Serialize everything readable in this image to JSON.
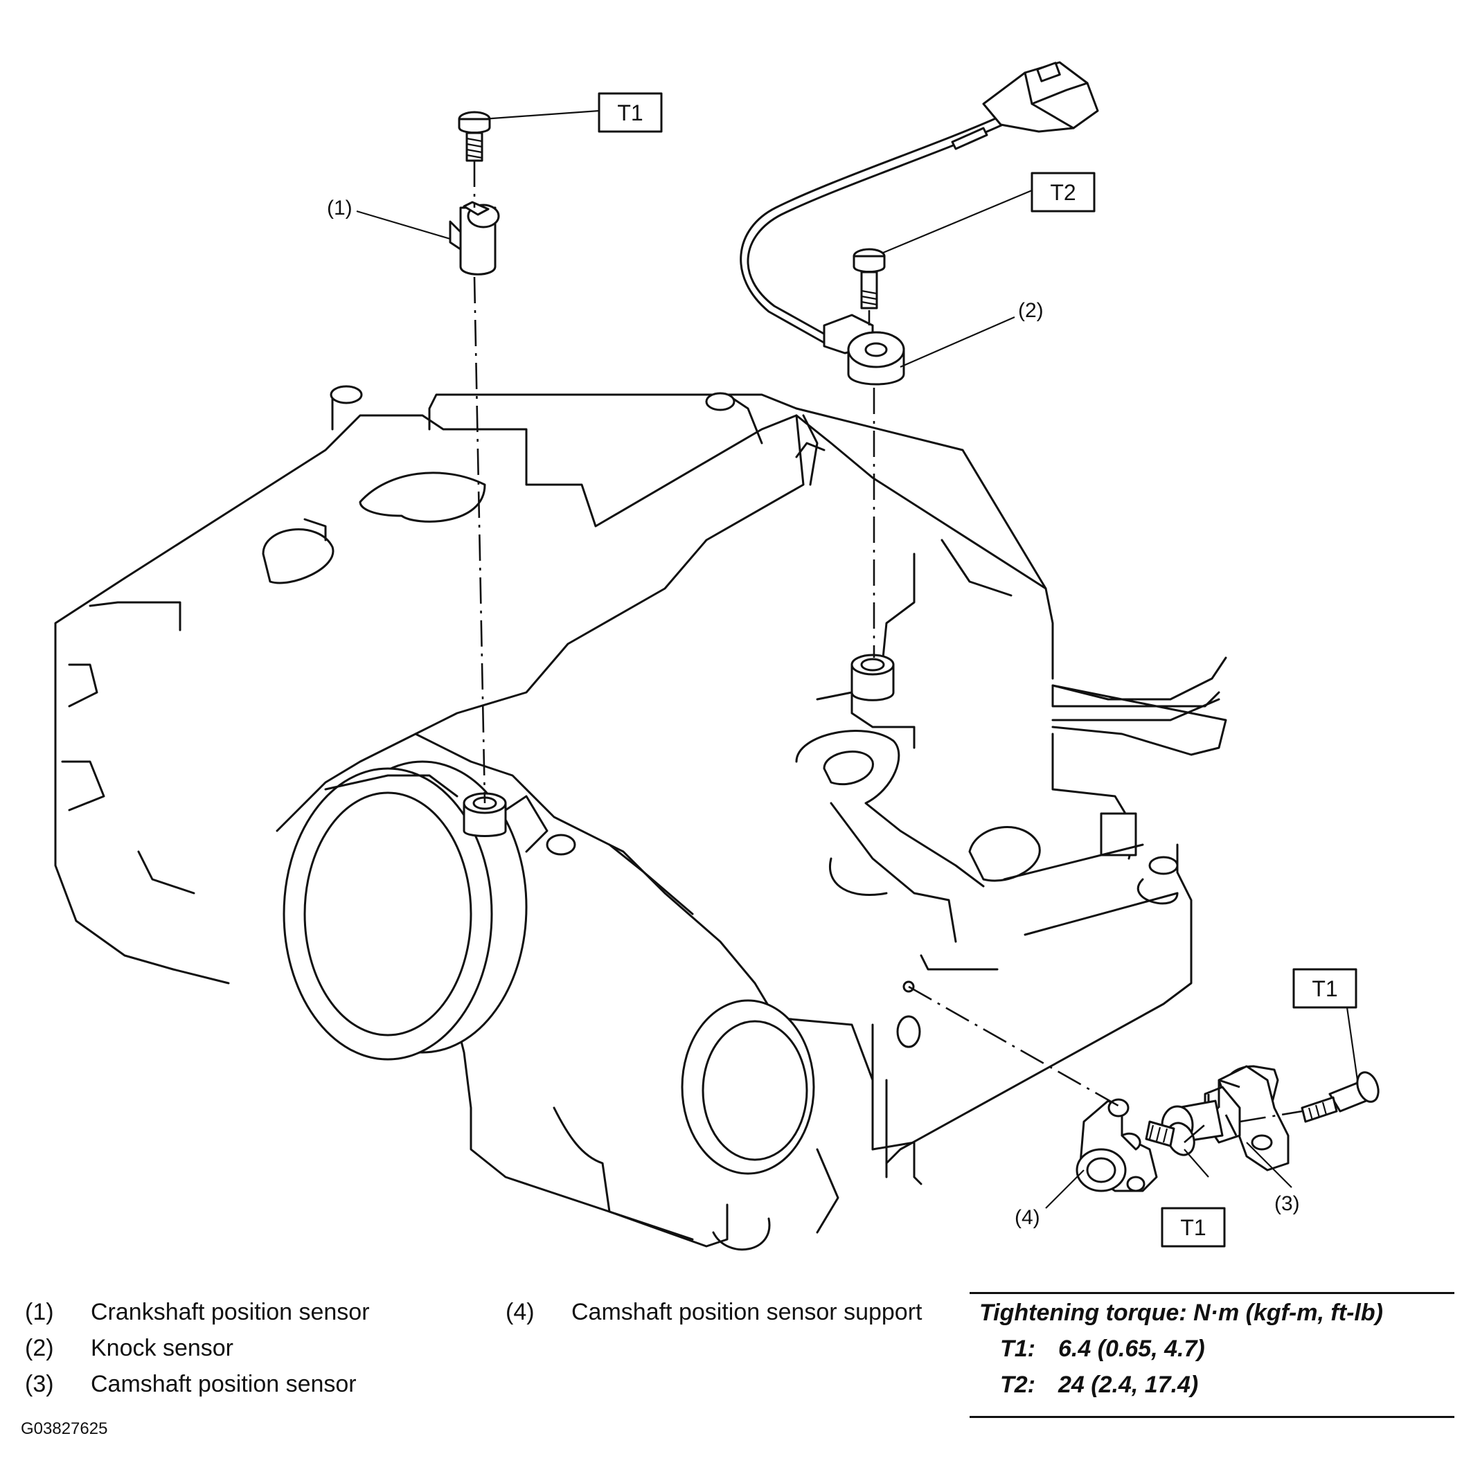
{
  "diagram": {
    "callouts": [
      "(1)",
      "(2)",
      "(3)",
      "(4)"
    ],
    "torque_tags": [
      "T1",
      "T2",
      "T1",
      "T1"
    ]
  },
  "legend": {
    "items": [
      {
        "num": "(1)",
        "label": "Crankshaft position sensor"
      },
      {
        "num": "(2)",
        "label": "Knock sensor"
      },
      {
        "num": "(3)",
        "label": "Camshaft position sensor"
      },
      {
        "num": "(4)",
        "label": "Camshaft position sensor support"
      }
    ]
  },
  "torque_table": {
    "title": "Tightening torque: N·m (kgf-m, ft-lb)",
    "rows": [
      {
        "key": "T1:",
        "value": "6.4 (0.65, 4.7)"
      },
      {
        "key": "T2:",
        "value": "24 (2.4, 17.4)"
      }
    ]
  },
  "figure_id": "G03827625"
}
